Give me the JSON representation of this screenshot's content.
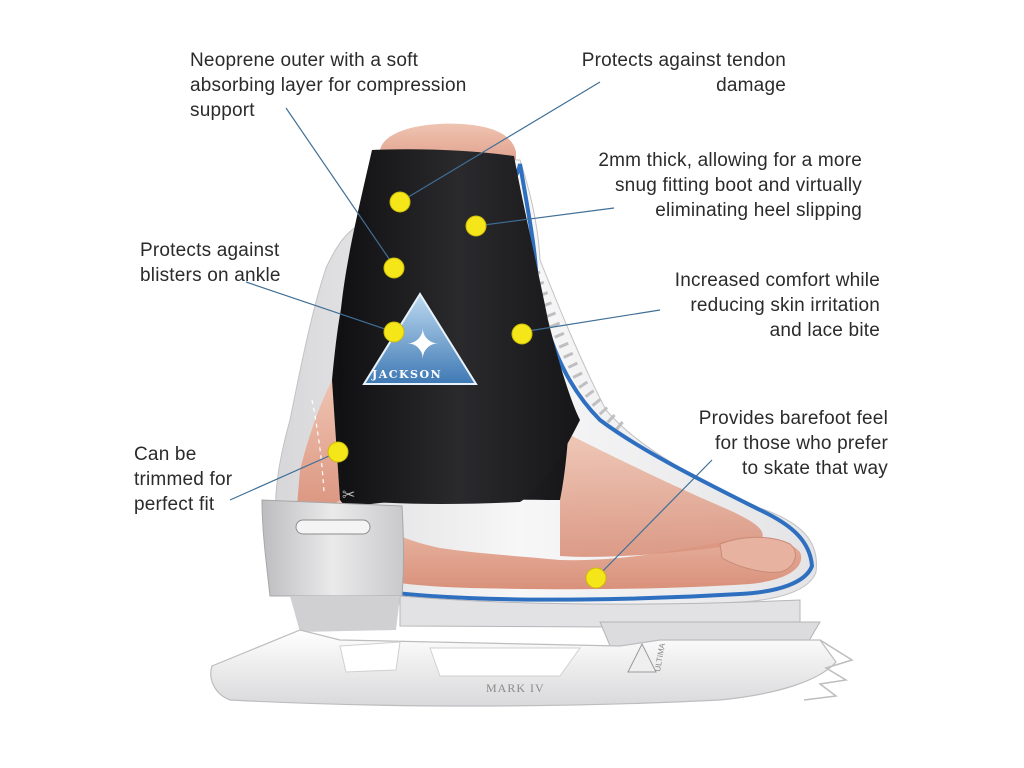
{
  "callouts": {
    "neoprene": [
      "Neoprene outer with a soft",
      "absorbing layer for compression",
      "support"
    ],
    "tendon": [
      "Protects against tendon",
      "damage"
    ],
    "thickness": [
      "2mm thick, allowing for a more",
      "snug fitting boot and virtually",
      "eliminating heel slipping"
    ],
    "blisters": [
      "Protects against",
      "blisters on ankle"
    ],
    "comfort": [
      "Increased comfort while",
      "reducing skin irritation",
      "and lace bite"
    ],
    "barefoot": [
      "Provides barefoot feel",
      "for those who prefer",
      "to skate that way"
    ],
    "trim": [
      "Can be",
      "trimmed for",
      "perfect fit"
    ]
  },
  "brand": {
    "logo_text": "JACKSON",
    "blade_model": "MARK IV",
    "blade_brand": "ULTIMA"
  },
  "colors": {
    "marker": "#f4e618",
    "leader_line": "#3f6f96",
    "sleeve": "#1c1c1e",
    "boot": "#eeeeef",
    "trim": "#2f6fc0",
    "skin": "#e2ab96"
  }
}
